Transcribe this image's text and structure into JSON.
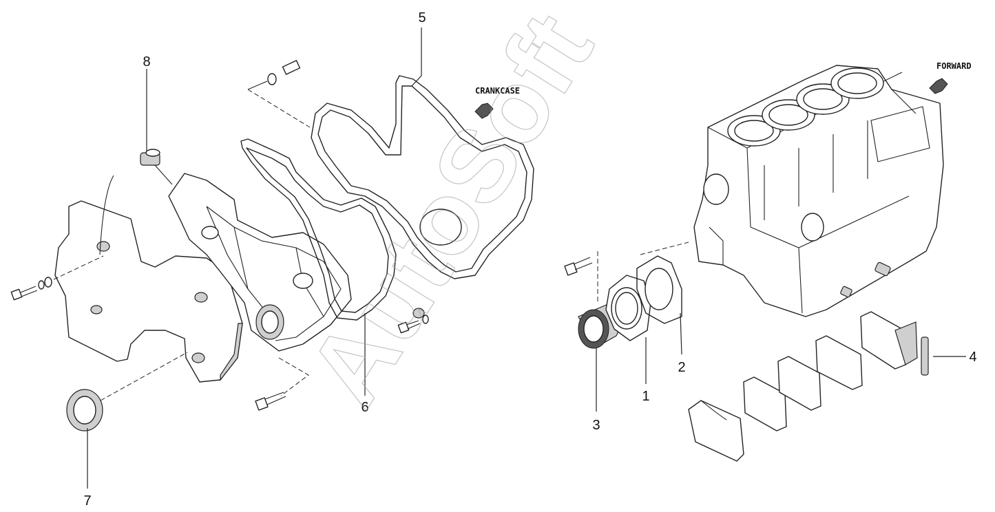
{
  "callouts": {
    "c1": "1",
    "c2": "2",
    "c3": "3",
    "c4": "4",
    "c5": "5",
    "c6": "6",
    "c7": "7",
    "c8": "8"
  },
  "direction_tags": {
    "crankcase": "CRANKCASE",
    "forward": "FORWARD"
  },
  "watermark": "AutoSoft",
  "colors": {
    "line": "#222222",
    "shade": "#cfcfcf",
    "watermark": "#9a9a9a",
    "background": "#ffffff"
  }
}
